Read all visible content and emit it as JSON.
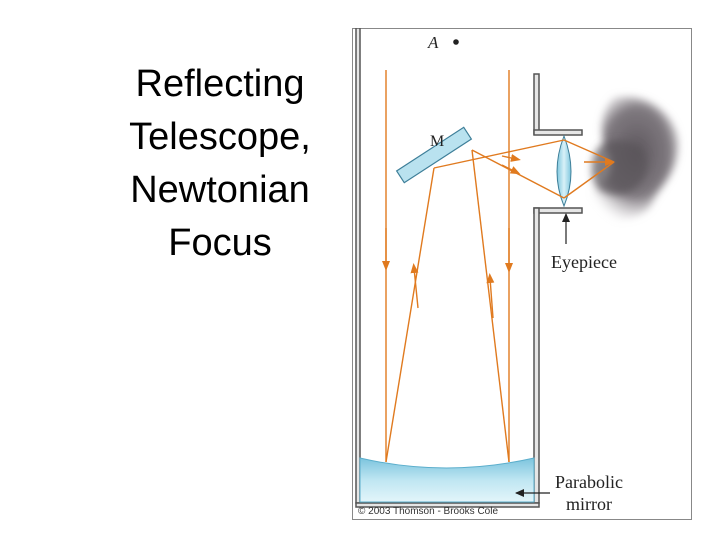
{
  "title": {
    "lines": [
      "Reflecting",
      "Telescope,",
      "Newtonian",
      "Focus"
    ]
  },
  "figure": {
    "labels": {
      "star": "A",
      "secondary_mirror": "M",
      "eyepiece": "Eyepiece",
      "primary_line1": "Parabolic",
      "primary_line2": "mirror",
      "copyright": "© 2003 Thomson - Brooks Cole"
    },
    "colors": {
      "rays": "#E07A1F",
      "tube": "#555555",
      "mirror": "#9ED3E6",
      "lens": "#A9DCEB",
      "smoke": "#6F6A6E"
    },
    "icons": {
      "eye": "smoky-eye-illustration"
    }
  }
}
